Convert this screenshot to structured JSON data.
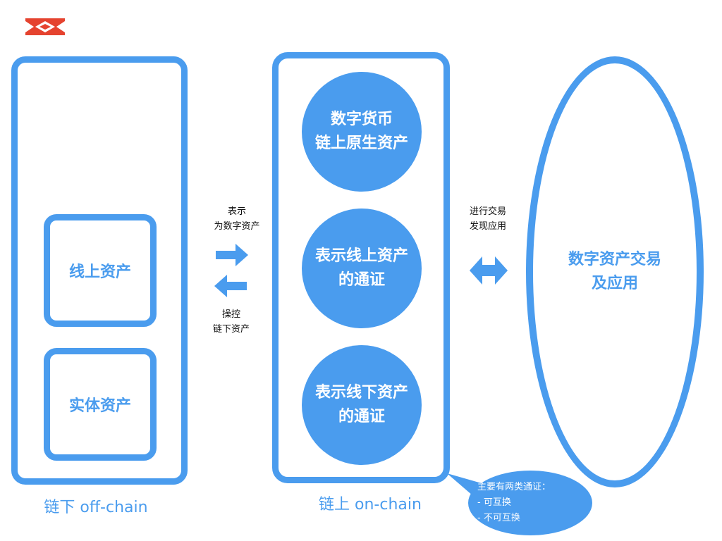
{
  "colors": {
    "accent": "#4a9cee",
    "logo": "#e5432f"
  },
  "logo": {
    "icon": "brand-logo-icon"
  },
  "offchain": {
    "caption": "链下 off-chain",
    "boxes": [
      "线上资产",
      "实体资产"
    ]
  },
  "onchain": {
    "caption": "链上  on-chain",
    "circles": [
      {
        "line1": "数字货币",
        "line2": "链上原生资产"
      },
      {
        "line1": "表示线上资产",
        "line2": "的通证"
      },
      {
        "line1": "表示线下资产",
        "line2": "的通证"
      }
    ]
  },
  "apps": {
    "line1": "数字资产交易",
    "line2": "及应用"
  },
  "arrow_left": {
    "top_line1": "表示",
    "top_line2": "为数字资产",
    "bottom_line1": "操控",
    "bottom_line2": "链下资产"
  },
  "arrow_right": {
    "line1": "进行交易",
    "line2": "发现应用"
  },
  "note": {
    "line1": "主要有两类通证：",
    "line2": "- 可互换",
    "line3": "- 不可互换"
  }
}
